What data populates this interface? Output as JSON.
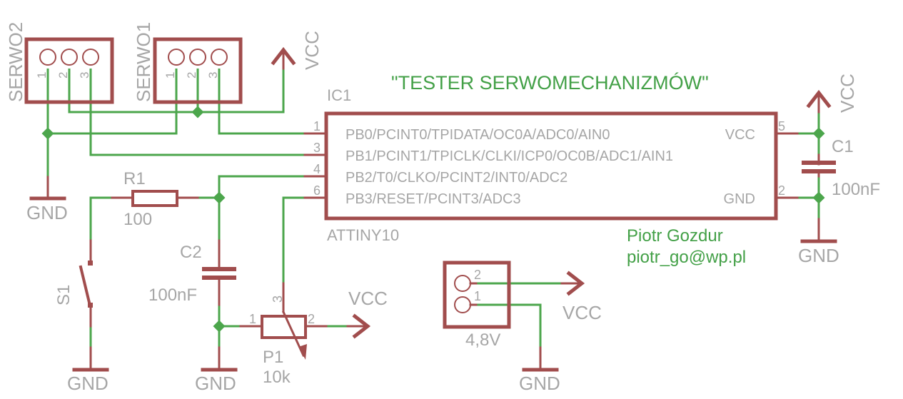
{
  "schematic": {
    "title": "\"TESTER SERWOMECHANIZMÓW\"",
    "author": {
      "name": "Piotr Gozdur",
      "email": "piotr_go@wp.pl"
    },
    "colors": {
      "symbol": "#a14d4d",
      "wire": "#4ca64c",
      "label": "#a6a6a6",
      "title": "#43a047"
    },
    "ic": {
      "designator": "IC1",
      "part": "ATTINY10",
      "pins_left": [
        {
          "number": "1",
          "name": "PB0/PCINT0/TPIDATA/OC0A/ADC0/AIN0"
        },
        {
          "number": "3",
          "name": "PB1/PCINT1/TPICLK/CLKI/ICP0/OC0B/ADC1/AIN1"
        },
        {
          "number": "4",
          "name": "PB2/T0/CLKO/PCINT2/INT0/ADC2"
        },
        {
          "number": "6",
          "name": "PB3/RESET/PCINT3/ADC3"
        }
      ],
      "pins_right": [
        {
          "number": "5",
          "name": "VCC"
        },
        {
          "number": "2",
          "name": "GND"
        }
      ]
    },
    "connectors": {
      "serwo2": {
        "designator": "SERWO2",
        "pins": [
          "1",
          "2",
          "3"
        ]
      },
      "serwo1": {
        "designator": "SERWO1",
        "pins": [
          "1",
          "2",
          "3"
        ]
      },
      "power": {
        "value": "4,8V",
        "pins": [
          "2",
          "1"
        ]
      }
    },
    "r1": {
      "designator": "R1",
      "value": "100"
    },
    "c1": {
      "designator": "C1",
      "value": "100nF"
    },
    "c2": {
      "designator": "C2",
      "value": "100nF"
    },
    "s1": {
      "designator": "S1"
    },
    "p1": {
      "designator": "P1",
      "value": "10k",
      "pins": [
        "1",
        "2",
        "3"
      ]
    },
    "nets": {
      "vcc": "VCC",
      "gnd": "GND"
    }
  }
}
